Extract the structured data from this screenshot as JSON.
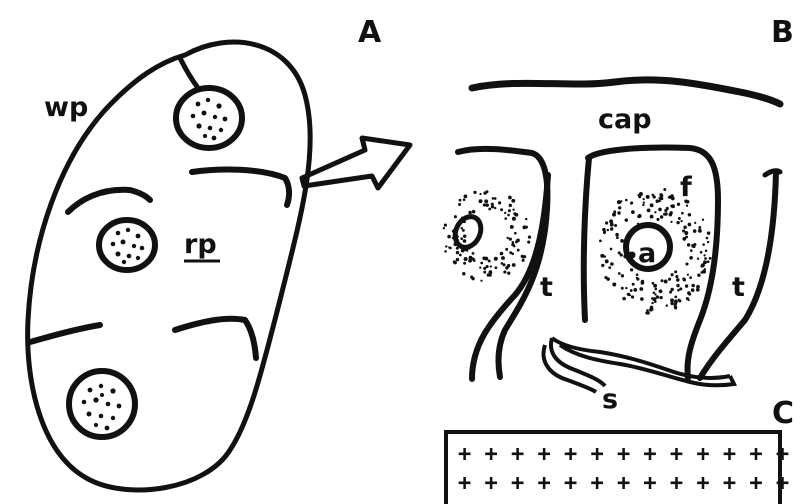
{
  "panels": {
    "a": "A",
    "b": "B",
    "c": "C"
  },
  "labels": {
    "white_pulp": "wp",
    "red_pulp": "rp",
    "capsule": "cap",
    "trabecula_left": "t",
    "trabecula_right": "t",
    "follicle": "f",
    "arteriole": "a",
    "sinusoid": "s"
  },
  "panel_c": {
    "plus_row_1": "+ + + + + + + + + + + + +",
    "plus_row_2": "+ + + + + + + + + + + + +"
  },
  "colors": {
    "ink": "#111111",
    "background": "#ffffff"
  }
}
